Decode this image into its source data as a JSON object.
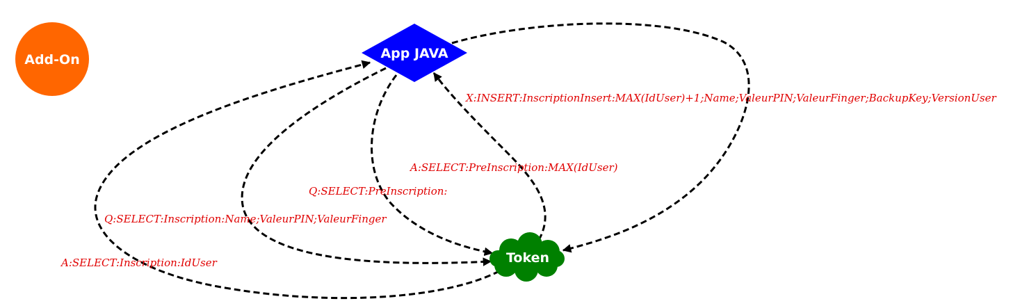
{
  "nodes": {
    "addon": {
      "label": "Add-On",
      "color": "#ff6600"
    },
    "app": {
      "label": "App JAVA",
      "color": "#0000ff"
    },
    "token": {
      "label": "Token",
      "color": "#008000"
    }
  },
  "edge_color": "#000000",
  "label_color": "#e00000",
  "edges": [
    {
      "label": "X:INSERT:InscriptionInsert:MAX(IdUser)+1;Name;ValeurPIN;ValeurFinger;BackupKey;VersionUser"
    },
    {
      "label": "A:SELECT:PreInscription:MAX(IdUser)"
    },
    {
      "label": "Q:SELECT:PreInscription:"
    },
    {
      "label": "Q:SELECT:Inscription:Name;ValeurPIN;ValeurFinger"
    },
    {
      "label": "A:SELECT:Inscription:IdUser"
    }
  ]
}
